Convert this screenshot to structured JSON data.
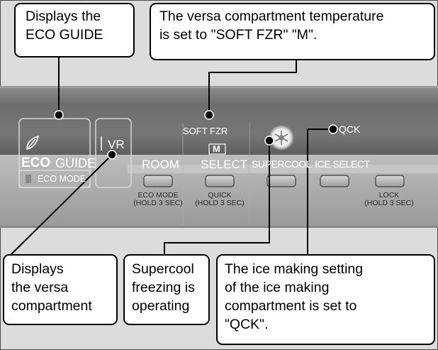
{
  "callouts": {
    "eco_guide": {
      "lines": [
        "Displays the",
        "ECO GUIDE"
      ]
    },
    "versa_temp": {
      "lines": [
        "The versa compartment temperature",
        "is set to \"SOFT FZR\" \"M\"."
      ]
    },
    "versa_display": {
      "lines": [
        "Displays",
        "the versa",
        "compartment"
      ]
    },
    "supercool": {
      "lines": [
        "Supercool",
        "freezing is",
        "operating"
      ]
    },
    "ice_making": {
      "lines": [
        "The ice making setting",
        "of the ice making",
        "compartment is set to",
        "\"QCK\"."
      ]
    }
  },
  "panel": {
    "eco_logo": "ECO",
    "eco_guide": "GUIDE",
    "eco_mode_indicator": "ECO MODE",
    "vr_label": "VR",
    "soft_fzr": "SOFT  FZR",
    "m_indicator": "M",
    "qck_label": "QCK",
    "buttons": {
      "room": "ROOM",
      "select": "SELECT",
      "supercool": "SUPERCOOL",
      "ice_select": "ICE SELECT"
    },
    "sub_labels": {
      "eco_mode_line1": "ECO MODE",
      "eco_mode_line2": "(HOLD 3 SEC)",
      "quick_line1": "QUICK",
      "quick_line2": "(HOLD 3 SEC)",
      "lock_line1": "LOCK",
      "lock_line2": "(HOLD 3 SEC)"
    }
  },
  "colors": {
    "outer_bg": "#dcdcdc",
    "panel_dark": "#6b6b6b",
    "panel_light": "#a8a8a8",
    "callout_border": "#000000"
  }
}
